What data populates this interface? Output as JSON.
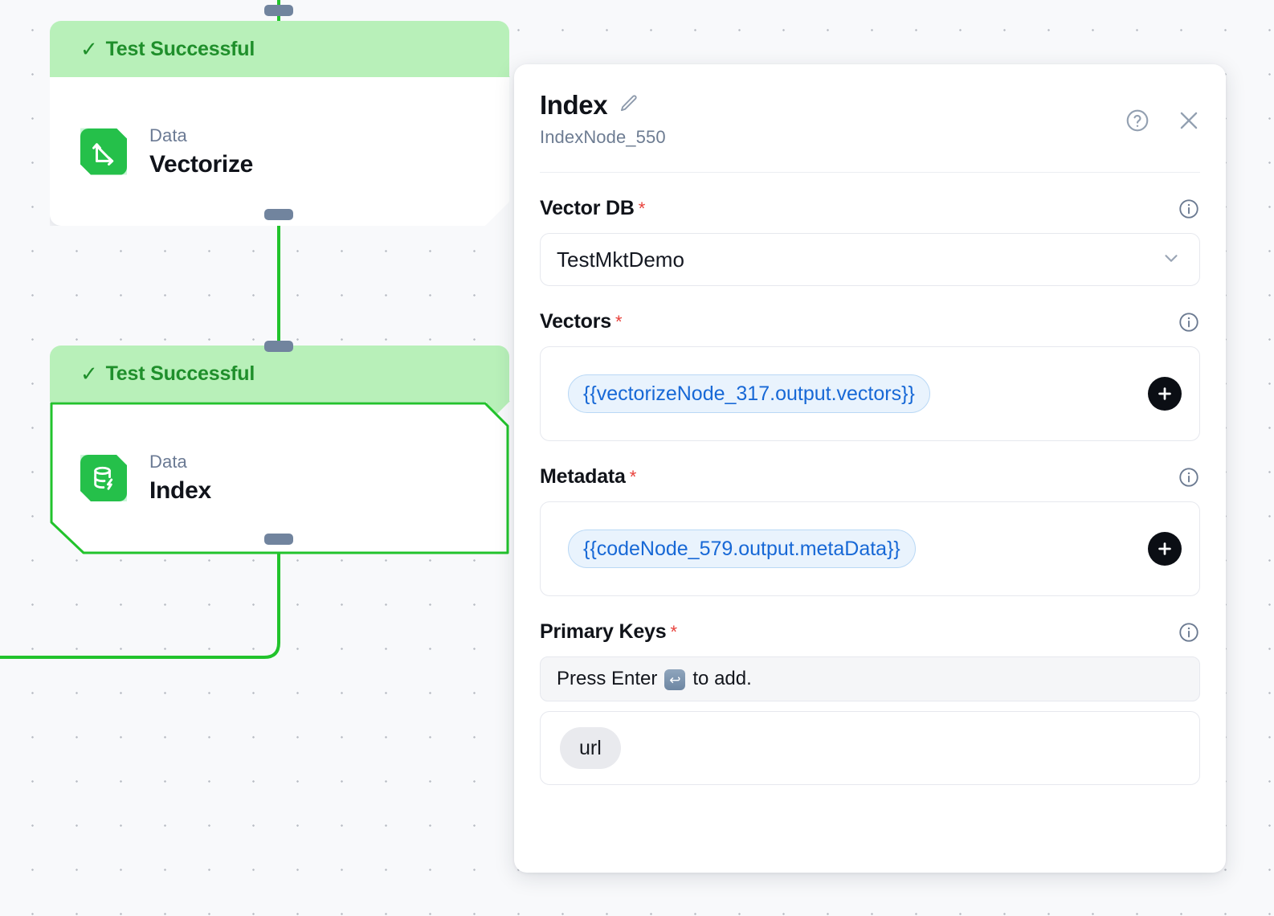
{
  "canvas": {
    "nodes": [
      {
        "status": "Test Successful",
        "status_icon": "check-icon",
        "kind": "Data",
        "title": "Vectorize",
        "icon": "vector-axes-icon",
        "selected": false
      },
      {
        "status": "Test Successful",
        "status_icon": "check-icon",
        "kind": "Data",
        "title": "Index",
        "icon": "database-bolt-icon",
        "selected": true
      }
    ],
    "edge_color": "#22c32c",
    "handle_color": "#71849e",
    "status_bg": "#b8f0b9",
    "status_fg": "#1f8f2b"
  },
  "panel": {
    "title": "Index",
    "subtitle": "IndexNode_550",
    "edit_icon": "pencil-icon",
    "help_icon": "help-circle-icon",
    "close_icon": "close-icon",
    "fields": [
      {
        "label": "Vector DB",
        "required": "*",
        "info_icon": "info-circle-icon",
        "type": "select",
        "value": "TestMktDemo",
        "chevron_icon": "chevron-down-icon"
      },
      {
        "label": "Vectors",
        "required": "*",
        "info_icon": "info-circle-icon",
        "type": "tokens",
        "token": "{{vectorizeNode_317.output.vectors}}",
        "add_icon": "plus-icon"
      },
      {
        "label": "Metadata",
        "required": "*",
        "info_icon": "info-circle-icon",
        "type": "tokens",
        "token": "{{codeNode_579.output.metaData}}",
        "add_icon": "plus-icon"
      },
      {
        "label": "Primary Keys",
        "required": "*",
        "info_icon": "info-circle-icon",
        "type": "chips",
        "hint_prefix": "Press Enter",
        "hint_key": "↩",
        "hint_suffix": "to add.",
        "chips": [
          "url"
        ]
      }
    ]
  },
  "colors": {
    "accent_green": "#22c32c",
    "token_blue": "#1768d6",
    "required_red": "#e8403a"
  }
}
